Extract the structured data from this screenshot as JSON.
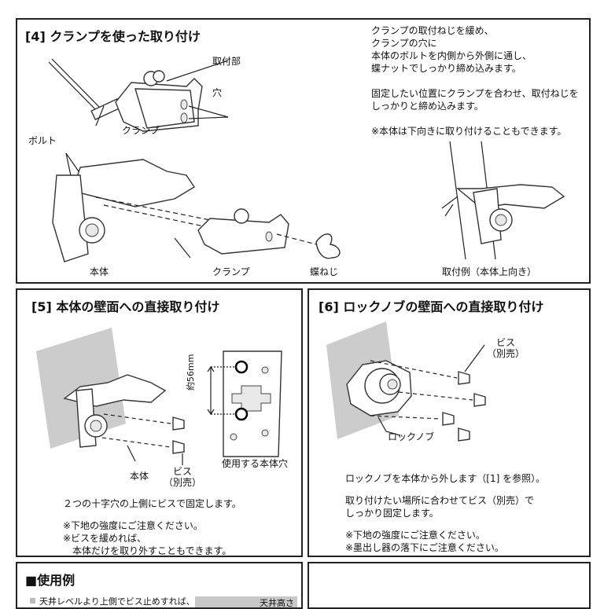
{
  "p4": {
    "title": "[4] クランプを使った取り付け",
    "lbl_mount": "取付部",
    "lbl_hole": "穴",
    "lbl_clamp": "クランプ",
    "lbl_bolt": "ボルト",
    "lbl_body": "本体",
    "lbl_clamp2": "クランプ",
    "lbl_wingnut": "蝶ねじ",
    "lbl_example": "取付例（本体上向き）",
    "instructions": [
      "クランプの取付ねじを緩め、",
      "クランプの穴に",
      "本体のボルトを内側から外側に通し、",
      "蝶ナットでしっかり締め込みます。",
      "",
      "固定したい位置にクランプを合わせ、取付ねじを",
      "しっかりと締め込みます。",
      "",
      "※本体は下向きに取り付けることもできます。"
    ]
  },
  "p5": {
    "title": "[5] 本体の壁面への直接取り付け",
    "lbl_dim": "約56mm",
    "lbl_screw": "ビス",
    "lbl_screw_note": "（別売）",
    "lbl_body": "本体",
    "lbl_holes": "使用する本体穴",
    "instructions": [
      "２つの十字穴の上側にビスで固定します。",
      "",
      "※下地の強度にご注意ください。",
      "※ビスを緩めれば、",
      "　本体だけを取り外すこともできます。"
    ]
  },
  "p6": {
    "title": "[6] ロックノブの壁面への直接取り付け",
    "lbl_screw": "ビス",
    "lbl_screw_note": "（別売）",
    "lbl_knob": "ロックノブ",
    "instructions": [
      "ロックノブを本体から外します（[1] を参照）。",
      "",
      "取り付けたい場所に合わせてビス（別売）で",
      "しっかり固定します。",
      "",
      "※下地の強度にご注意ください。",
      "※墨出し器の落下にご注意ください。"
    ]
  },
  "p7": {
    "title": "■使用例",
    "note": "天井レベルより上側でビス止めすれば、",
    "lbl_ceiling": "天井高さ"
  }
}
